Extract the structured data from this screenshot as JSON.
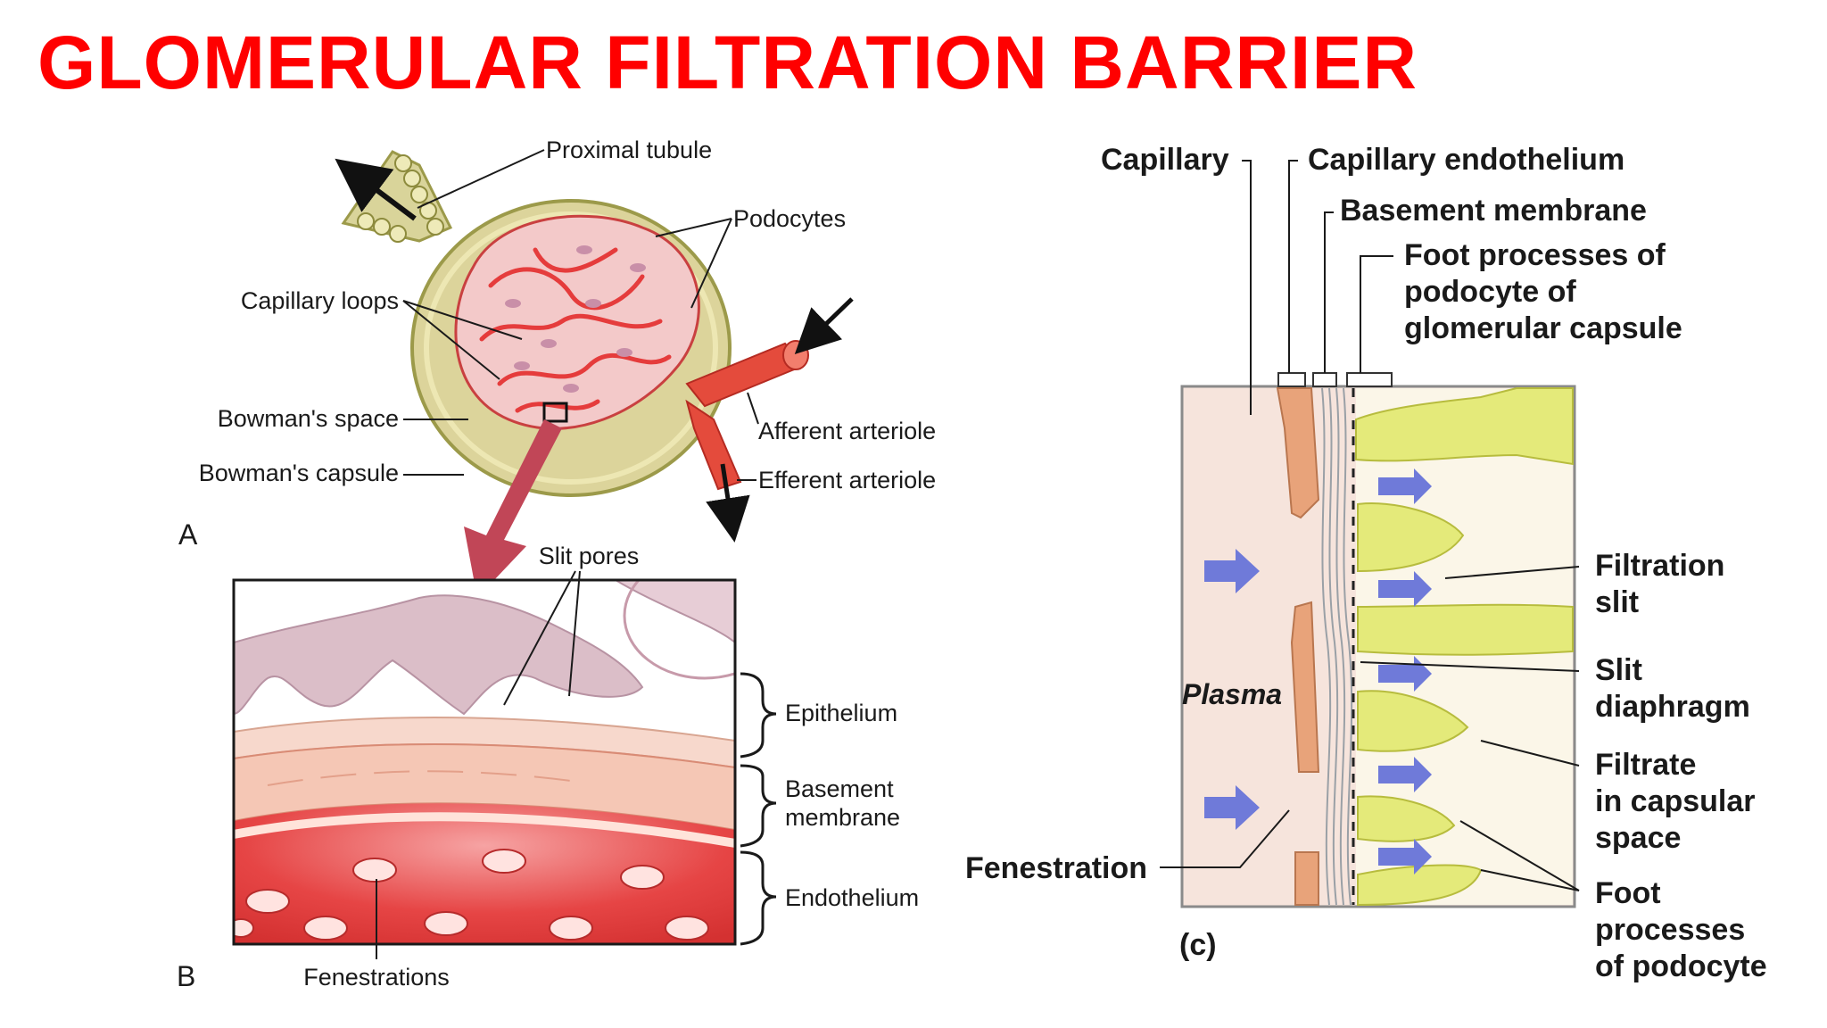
{
  "title": "GLOMERULAR FILTRATION BARRIER",
  "colors": {
    "title": "#ff0000",
    "capsule": "#d9d49a",
    "capillary": "#e64545",
    "yellow_podocyte": "#e4ea7a",
    "flow_arrow": "#6f7ad9",
    "plasma": "#f6e4dc"
  },
  "panel_a": {
    "letter": "A",
    "labels": {
      "proximal_tubule": "Proximal tubule",
      "podocytes": "Podocytes",
      "capillary_loops": "Capillary loops",
      "bowmans_space": "Bowman's space",
      "bowmans_capsule": "Bowman's capsule",
      "afferent_arteriole": "Afferent arteriole",
      "efferent_arteriole": "Efferent arteriole"
    }
  },
  "panel_b": {
    "letter": "B",
    "labels": {
      "slit_pores": "Slit pores",
      "epithelium": "Epithelium",
      "basement_membrane_line1": "Basement",
      "basement_membrane_line2": "membrane",
      "endothelium": "Endothelium",
      "fenestrations": "Fenestrations"
    }
  },
  "panel_c": {
    "letter": "(c)",
    "labels": {
      "capillary": "Capillary",
      "capillary_endothelium": "Capillary endothelium",
      "basement_membrane": "Basement membrane",
      "foot_processes_line1": "Foot processes of",
      "foot_processes_line2": "podocyte of",
      "foot_processes_line3": "glomerular capsule",
      "plasma": "Plasma",
      "fenestration": "Fenestration",
      "filtration_slit_line1": "Filtration",
      "filtration_slit_line2": "slit",
      "slit_diaphragm_line1": "Slit",
      "slit_diaphragm_line2": "diaphragm",
      "filtrate_line1": "Filtrate",
      "filtrate_line2": "in capsular",
      "filtrate_line3": "space",
      "foot_proc_pod_line1": "Foot",
      "foot_proc_pod_line2": "processes",
      "foot_proc_pod_line3": "of podocyte"
    }
  }
}
